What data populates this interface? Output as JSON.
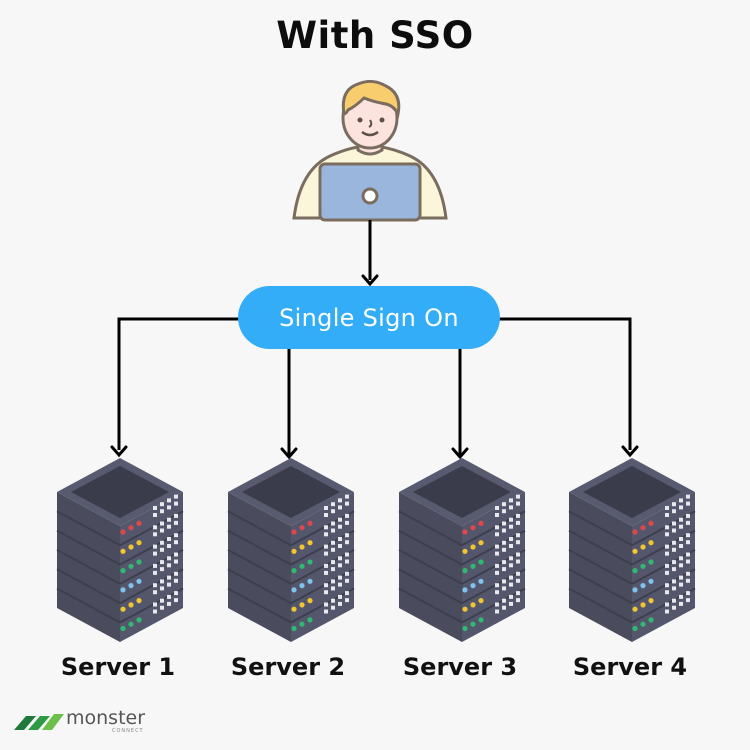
{
  "title": "With SSO",
  "user": {
    "icon": "user-with-laptop-icon"
  },
  "sso": {
    "label": "Single Sign On",
    "color": "#33adf7"
  },
  "servers": [
    {
      "label": "Server 1",
      "icon": "server-rack-icon"
    },
    {
      "label": "Server 2",
      "icon": "server-rack-icon"
    },
    {
      "label": "Server 3",
      "icon": "server-rack-icon"
    },
    {
      "label": "Server 4",
      "icon": "server-rack-icon"
    }
  ],
  "server_led_colors": [
    "#e0474c",
    "#f2c531",
    "#2fba73",
    "#7fc4ef",
    "#f2c531",
    "#2fba73"
  ],
  "connections": [
    {
      "from": "user",
      "to": "sso"
    },
    {
      "from": "sso",
      "to": "Server 1"
    },
    {
      "from": "sso",
      "to": "Server 2"
    },
    {
      "from": "sso",
      "to": "Server 3"
    },
    {
      "from": "sso",
      "to": "Server 4"
    }
  ],
  "logo": {
    "name": "monster",
    "sub": "CONNECT",
    "icon": "monster-logo-icon"
  }
}
